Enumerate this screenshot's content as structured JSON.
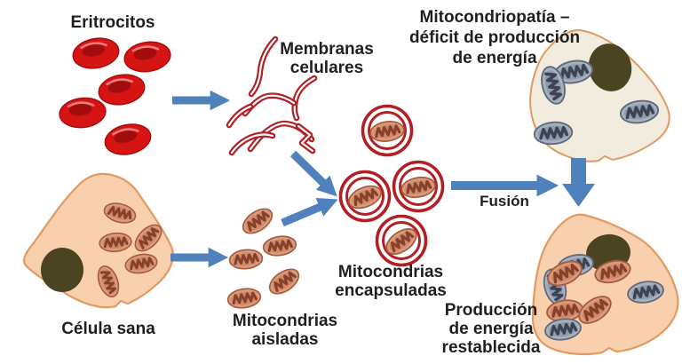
{
  "title": "Mitochondria encapsulation and fusion therapy diagram",
  "nodes": {
    "eritrocitos": {
      "label": "Eritrocitos"
    },
    "membranas": {
      "line1": "Membranas",
      "line2": "celulares"
    },
    "mitocondriopatia": {
      "line1": "Mitocondriopatía –",
      "line2": "déficit de producción",
      "line3": "de energía"
    },
    "celula_sana": {
      "label": "Célula sana"
    },
    "aisladas": {
      "line1": "Mitocondrias",
      "line2": "aisladas"
    },
    "encapsuladas": {
      "line1": "Mitocondrias",
      "line2": "encapsuladas"
    },
    "fusion": {
      "label": "Fusión"
    },
    "restablecida": {
      "line1": "Producción",
      "line2": "de energía",
      "line3": "restablecida"
    }
  },
  "elements": {
    "erythrocyte_count": 5,
    "membrane_fragment_count": 7,
    "isolated_mitochondria_count": 5,
    "encapsulated_mitochondria_count": 4,
    "healthy_cell_mitochondria_count": 5,
    "diseased_cell_mitochondria_count": 4,
    "restored_cell_gray_mitochondria_count": 4,
    "restored_cell_brown_mitochondria_count": 4,
    "arrow_count": 6
  },
  "colors": {
    "background": "#ffffff",
    "text_dark": "#1f1f1f",
    "arrow_blue": "#4f81bd",
    "membrane_red": "#b02025",
    "rbc_red": "#d61414",
    "rbc_dark": "#a30c0c",
    "cell_peach": "#f9d0ae",
    "cell_cream": "#f1ecdd",
    "cell_outline": "#e09a62",
    "nucleus_olive": "#4b4423",
    "mito_brown_body": "#d99b7c",
    "mito_brown_dark": "#87402c",
    "mito_gray_body": "#a7b1bf",
    "mito_gray_dark": "#3c4454"
  }
}
